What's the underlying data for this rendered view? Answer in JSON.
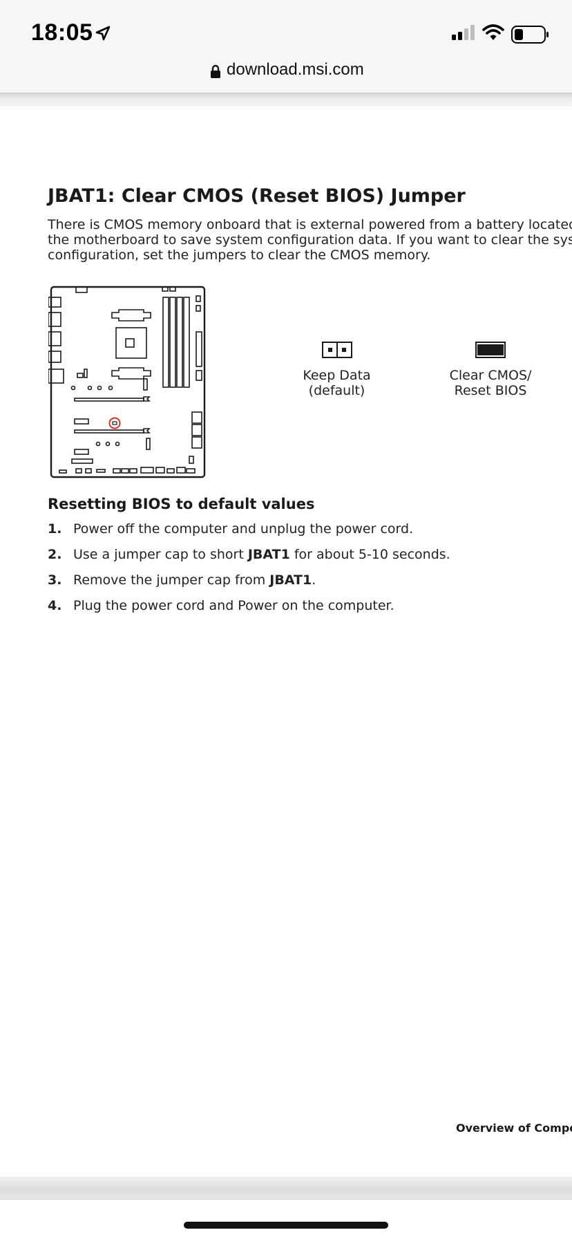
{
  "status_bar": {
    "time": "18:05",
    "icons": [
      "location-arrow-icon",
      "cellular-signal-icon",
      "wifi-icon",
      "battery-icon"
    ]
  },
  "browser": {
    "url": "download.msi.com",
    "secure_icon": "lock-icon"
  },
  "document": {
    "title": "JBAT1: Clear CMOS (Reset BIOS) Jumper",
    "intro_lines": [
      "There is CMOS memory onboard that is external powered from a battery located on",
      "the motherboard to save system configuration data. If you want to clear the system",
      "configuration, set the jumpers to clear the CMOS memory."
    ],
    "jumper_states": [
      {
        "line1": "Keep Data",
        "line2": "(default)"
      },
      {
        "line1": "Clear CMOS/",
        "line2": "Reset BIOS"
      }
    ],
    "subheading": "Resetting BIOS to default values",
    "steps": [
      {
        "num": "1.",
        "before": "Power off the computer and unplug the power cord.",
        "bold": "",
        "after": ""
      },
      {
        "num": "2.",
        "before": "Use a jumper cap to short ",
        "bold": "JBAT1",
        "after": " for about 5-10 seconds."
      },
      {
        "num": "3.",
        "before": "Remove the jumper cap from ",
        "bold": "JBAT1",
        "after": "."
      },
      {
        "num": "4.",
        "before": "Plug the power cord and Power on the computer.",
        "bold": "",
        "after": ""
      }
    ],
    "footer": "Overview of Compon"
  },
  "colors": {
    "highlight_circle": "#d93025",
    "text": "#1a1a1a"
  }
}
